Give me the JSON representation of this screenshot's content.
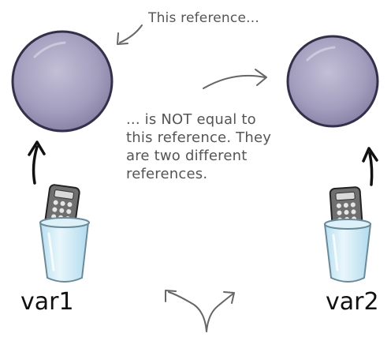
{
  "annotations": {
    "top_note": "This reference...",
    "middle_note": "... is NOT equal to\nthis reference. They\nare two different\nreferences."
  },
  "variables": [
    {
      "label": "var1"
    },
    {
      "label": "var2"
    }
  ],
  "colors": {
    "object": "#9f9ab9",
    "object_outline": "#34304a",
    "cup": "#cfe9f4",
    "remote": "#6f6f6f",
    "pencil": "#555555"
  }
}
